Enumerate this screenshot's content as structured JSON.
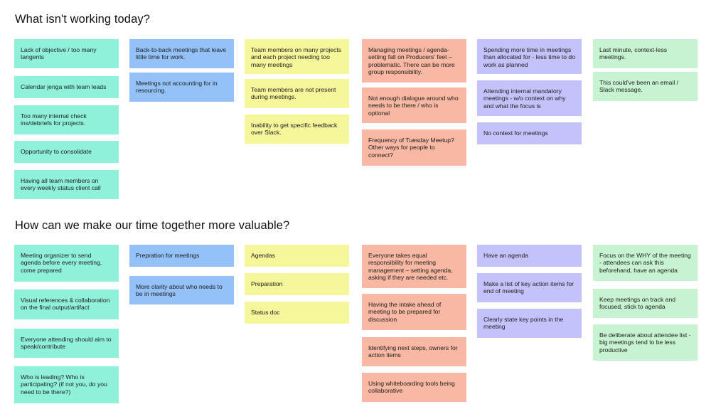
{
  "headings": {
    "section1": "What isn't working today?",
    "section2": "How can we make our time together more valuable?"
  },
  "colors": {
    "teal": "#8ff1da",
    "blue": "#93c1f8",
    "yellow": "#f6f69b",
    "salmon": "#f8b8a3",
    "purple": "#c4c2fa",
    "green": "#c8f3d2"
  },
  "section1": {
    "teal": [
      "Lack of objective / too many tangents",
      "Calendar jenga with team leads",
      "Too many internal check ins/debriefs for projects.",
      "Opportunity to consolidate",
      "Having all team members on every weekly status client call"
    ],
    "blue": [
      "Back-to-back meetings that leave little time for work.",
      "Meetings not accounting for in resourcing."
    ],
    "yellow": [
      "Team members on many projects and each project needing too many meetings",
      "Team members are not present during meetings.",
      "Inability to get specific feedback over Slack."
    ],
    "salmon": [
      "Managing meetings / agenda-setting fall on Producers' feet – problematic. There can be more group responsibility.",
      "Not enough dialogue around who needs to be there / who is optional",
      "Frequency of Tuesday Meetup? Other ways for people to connect?"
    ],
    "purple": [
      "Spending more time in meetings than allocated for - less time to do work as planned",
      "Attending internal mandatory meetings - w/o context on why and what the focus is",
      "No context for meetings"
    ],
    "green": [
      "Last minute, context-less meetings.",
      "This could've been an email / Slack message."
    ]
  },
  "section2": {
    "teal": [
      "Meeting organizer to send agenda before every meeting, come prepared",
      "Visual references & collaboration on the final output/artifact",
      "Everyone attending should aim to speak/contribute",
      "Who is leading? Who is participating? (if not you, do you need to be there?)"
    ],
    "blue": [
      "Prepration for meetings",
      "More clarity about who needs to be in meetings"
    ],
    "yellow": [
      "Agendas",
      "Preparation",
      "Status doc"
    ],
    "salmon": [
      "Everyone takes equal responsibility for meeting management – setting agenda, asking if they are needed etc.",
      "Having the intake ahead of meeting to be prepared for discussion",
      "Identifying next steps, owners for action items",
      "Using whiteboarding tools being collaborative"
    ],
    "purple": [
      "Have an agenda",
      "Make a list of key action items for end of meeting",
      "Clearly state key points in the meeting"
    ],
    "green": [
      "Focus on the WHY of the meeting - attendees can ask this beforehand, have an agenda",
      "Keep meetings on track and focused, stick to agenda",
      "Be deliberate about attendee list - big meetings tend to be less productive"
    ]
  }
}
